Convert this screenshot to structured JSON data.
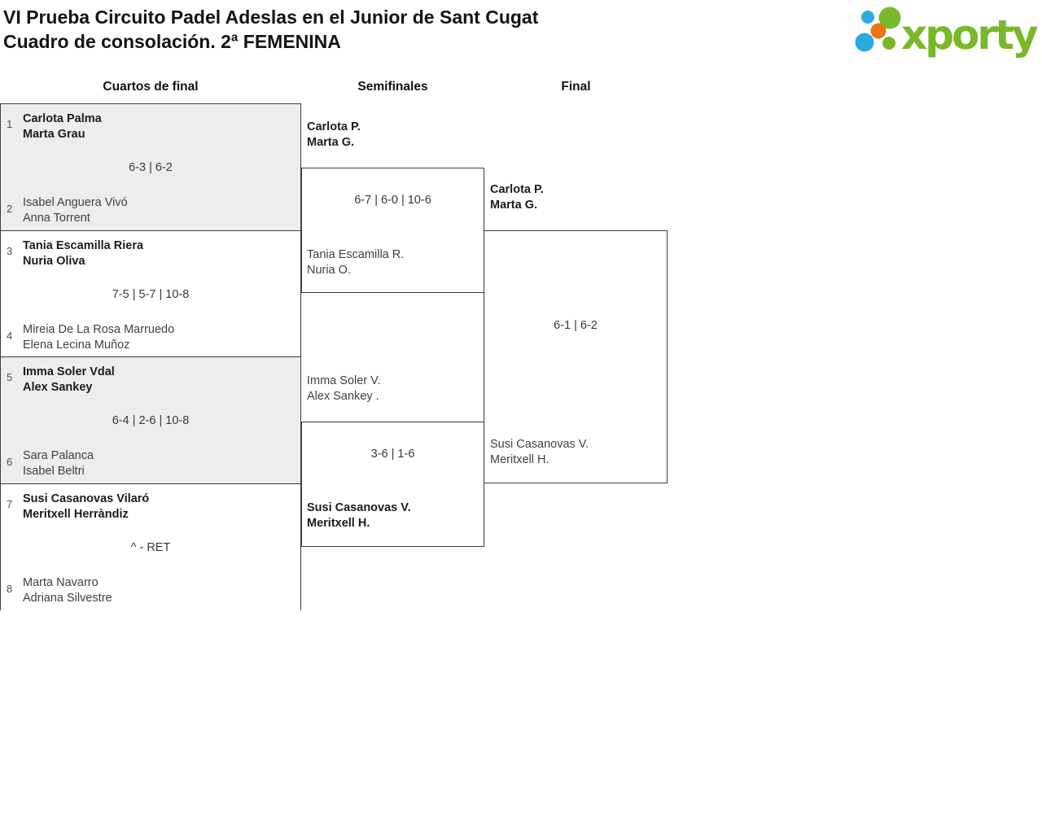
{
  "title": {
    "line1": "VI Prueba Circuito Padel Adeslas en el Junior de Sant Cugat",
    "line2": "Cuadro de consolación. 2ª FEMENINA"
  },
  "logo": {
    "text": "xporty",
    "green": "#79b829",
    "blue": "#29abe2",
    "orange": "#e87613"
  },
  "columns": {
    "quarterfinals": "Cuartos de final",
    "semifinals": "Semifinales",
    "final": "Final"
  },
  "quarterfinals": [
    {
      "seed_top": "1",
      "team_top": [
        "Carlota Palma",
        "Marta Grau"
      ],
      "top_winner": true,
      "score": "6-3 | 6-2",
      "seed_bottom": "2",
      "team_bottom": [
        "Isabel Anguera Vivó",
        "Anna Torrent"
      ],
      "bottom_winner": false,
      "shaded": true
    },
    {
      "seed_top": "3",
      "team_top": [
        "Tania Escamilla Riera",
        "Nuria Oliva"
      ],
      "top_winner": true,
      "score": "7-5 | 5-7 | 10-8",
      "seed_bottom": "4",
      "team_bottom": [
        "Mireia De La Rosa Marruedo",
        "Elena Lecina Muñoz"
      ],
      "bottom_winner": false,
      "shaded": false
    },
    {
      "seed_top": "5",
      "team_top": [
        "Imma Soler Vdal",
        "Alex Sankey"
      ],
      "top_winner": true,
      "score": "6-4 | 2-6 | 10-8",
      "seed_bottom": "6",
      "team_bottom": [
        "Sara Palanca",
        "Isabel Beltri"
      ],
      "bottom_winner": false,
      "shaded": true
    },
    {
      "seed_top": "7",
      "team_top": [
        "Susi Casanovas Vilaró",
        "Meritxell Herràndiz"
      ],
      "top_winner": true,
      "score": "^ - RET",
      "seed_bottom": "8",
      "team_bottom": [
        "Marta Navarro",
        "Adriana Silvestre"
      ],
      "bottom_winner": false,
      "shaded": false
    }
  ],
  "semifinals": [
    {
      "team_top": [
        "Carlota P.",
        "Marta G."
      ],
      "top_winner": true,
      "score": "6-7 | 6-0 | 10-6",
      "team_bottom": [
        "Tania Escamilla R.",
        "Nuria O."
      ],
      "bottom_winner": false
    },
    {
      "team_top": [
        "Imma Soler V.",
        "Alex Sankey ."
      ],
      "top_winner": false,
      "score": "3-6 | 1-6",
      "team_bottom": [
        "Susi Casanovas V.",
        "Meritxell H."
      ],
      "bottom_winner": true
    }
  ],
  "final": {
    "team_top": [
      "Carlota P.",
      "Marta G."
    ],
    "top_winner": true,
    "score": "6-1 | 6-2",
    "team_bottom": [
      "Susi Casanovas V.",
      "Meritxell H."
    ],
    "bottom_winner": false
  }
}
